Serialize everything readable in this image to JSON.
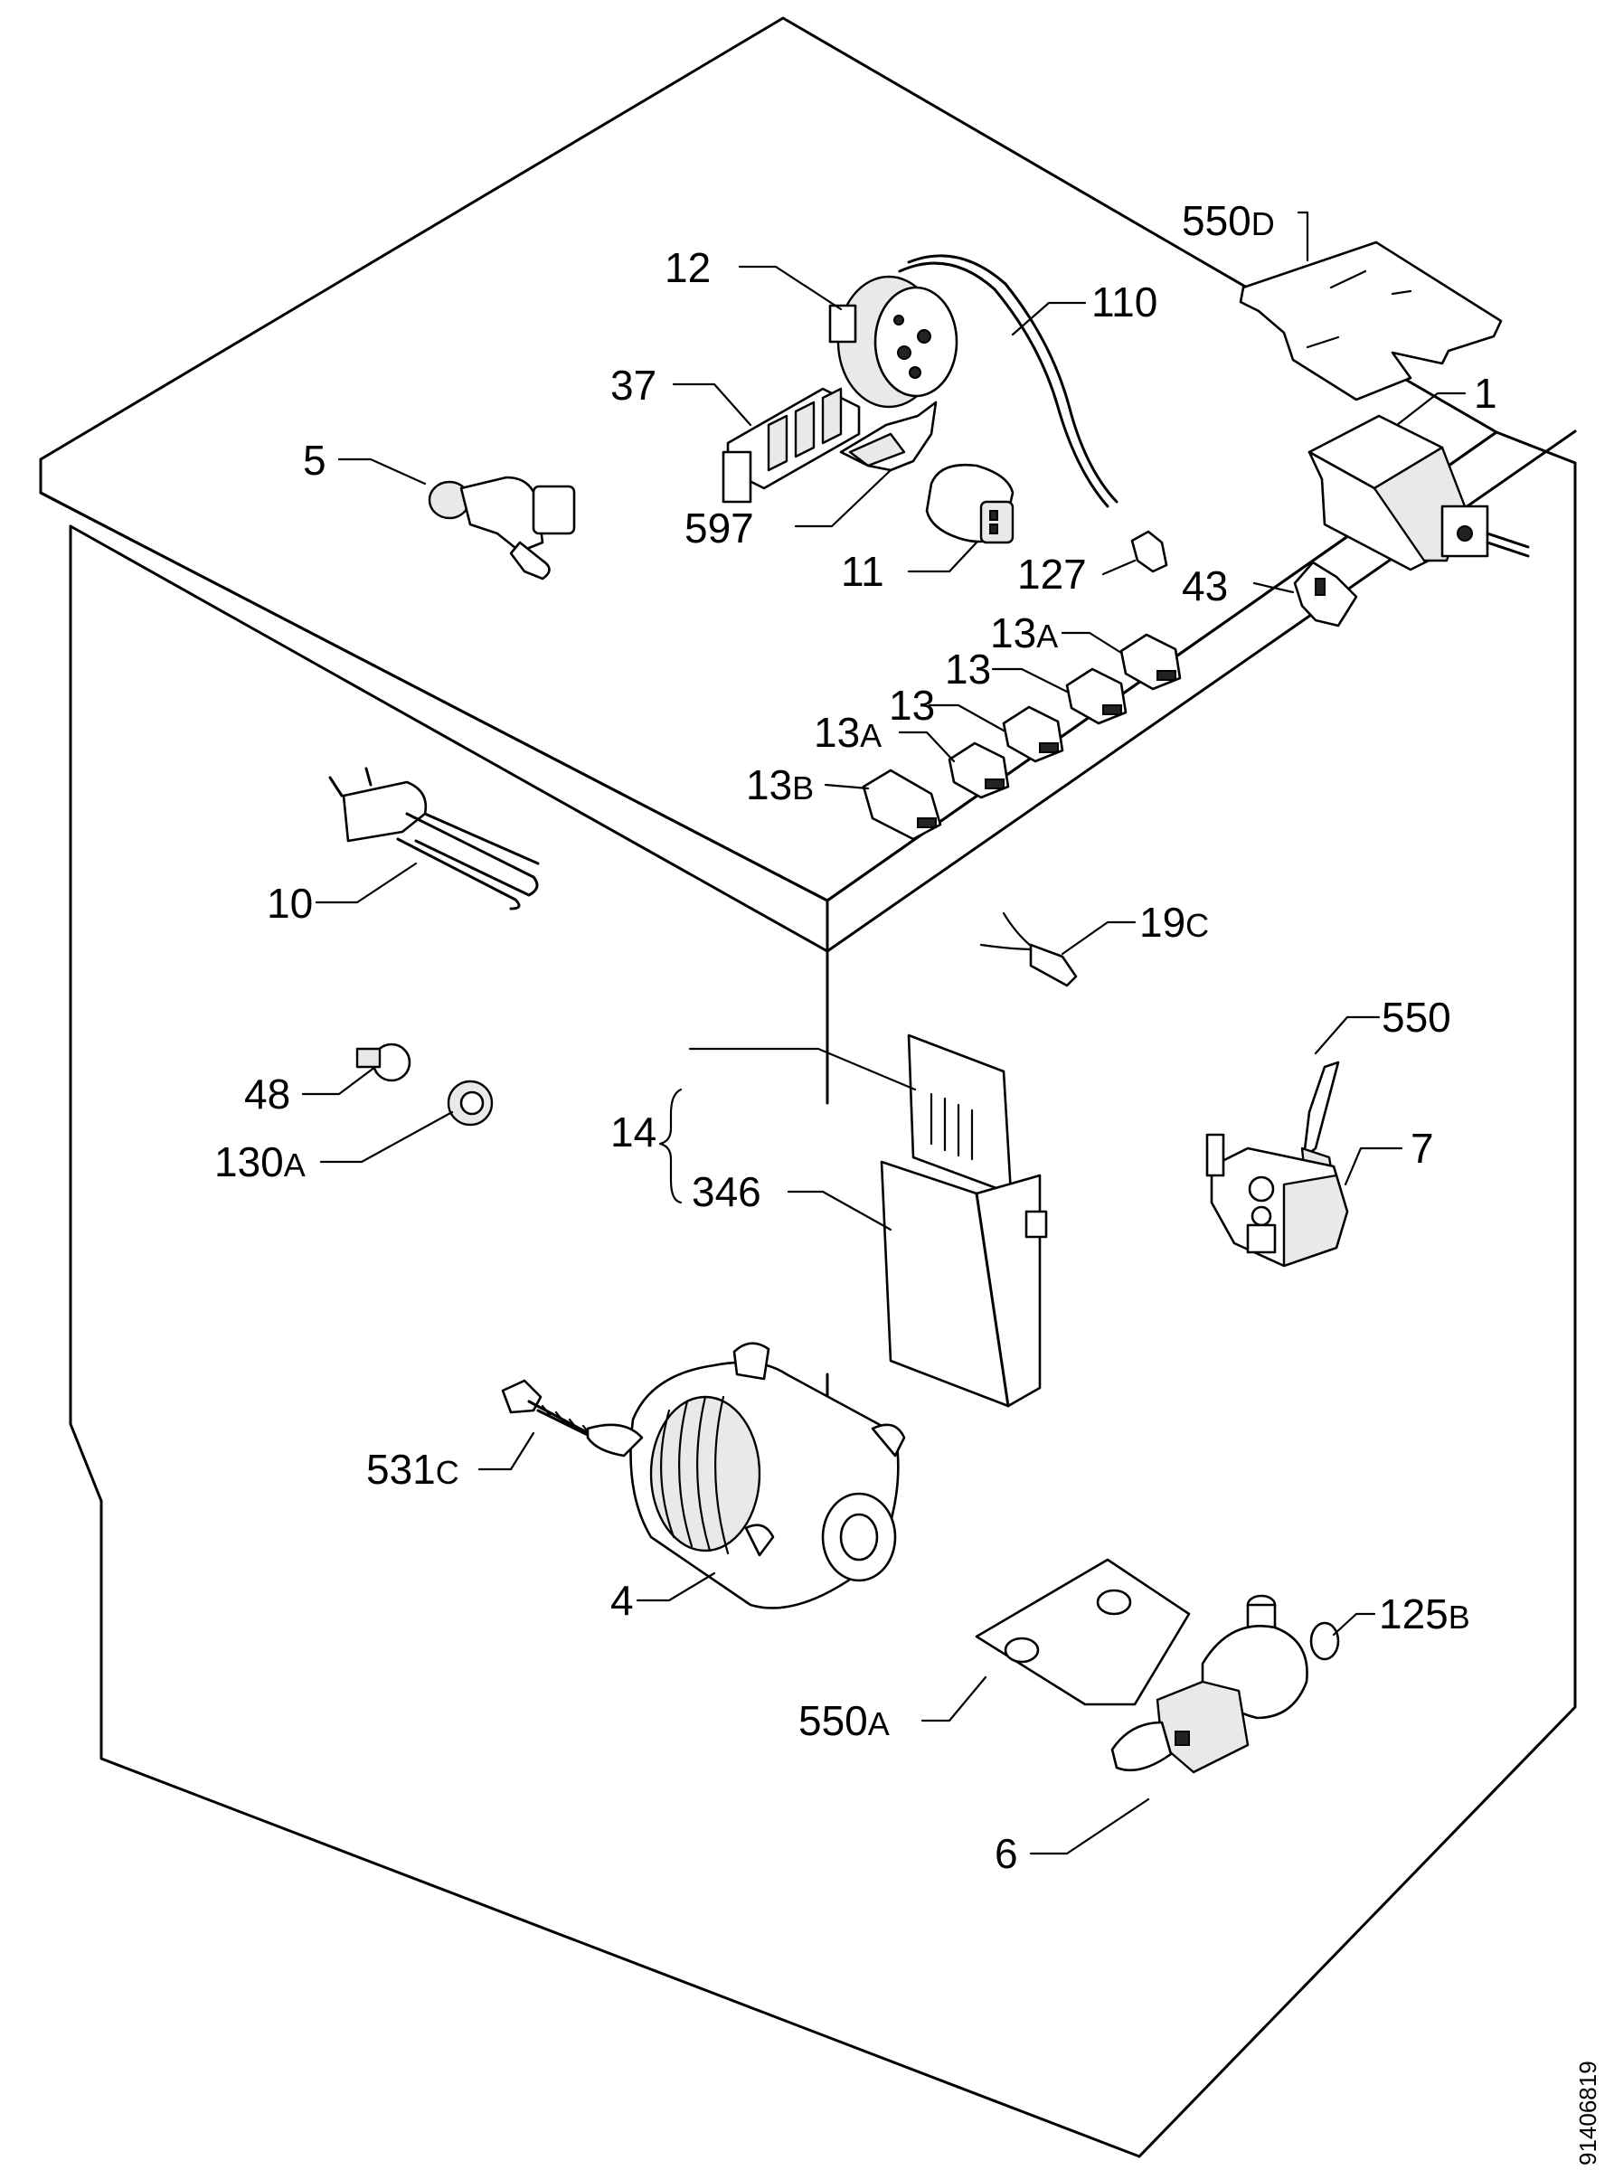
{
  "diagram": {
    "doc_code": "91406819",
    "labels": {
      "550D": {
        "num": "550",
        "suf": "D"
      },
      "12": {
        "num": "12",
        "suf": ""
      },
      "110": {
        "num": "110",
        "suf": ""
      },
      "37": {
        "num": "37",
        "suf": ""
      },
      "1": {
        "num": "1",
        "suf": ""
      },
      "5": {
        "num": "5",
        "suf": ""
      },
      "597": {
        "num": "597",
        "suf": ""
      },
      "11": {
        "num": "11",
        "suf": ""
      },
      "127": {
        "num": "127",
        "suf": ""
      },
      "43": {
        "num": "43",
        "suf": ""
      },
      "13A_top": {
        "num": "13",
        "suf": "A"
      },
      "13_a": {
        "num": "13",
        "suf": ""
      },
      "13_b": {
        "num": "13",
        "suf": ""
      },
      "13A_bottom": {
        "num": "13",
        "suf": "A"
      },
      "13B": {
        "num": "13",
        "suf": "B"
      },
      "10": {
        "num": "10",
        "suf": ""
      },
      "19C": {
        "num": "19",
        "suf": "C"
      },
      "550": {
        "num": "550",
        "suf": ""
      },
      "48": {
        "num": "48",
        "suf": ""
      },
      "14": {
        "num": "14",
        "suf": ""
      },
      "130A": {
        "num": "130",
        "suf": "A"
      },
      "7": {
        "num": "7",
        "suf": ""
      },
      "346": {
        "num": "346",
        "suf": ""
      },
      "531C": {
        "num": "531",
        "suf": "C"
      },
      "4": {
        "num": "4",
        "suf": ""
      },
      "125B": {
        "num": "125",
        "suf": "B"
      },
      "550A": {
        "num": "550",
        "suf": "A"
      },
      "6": {
        "num": "6",
        "suf": ""
      }
    }
  }
}
